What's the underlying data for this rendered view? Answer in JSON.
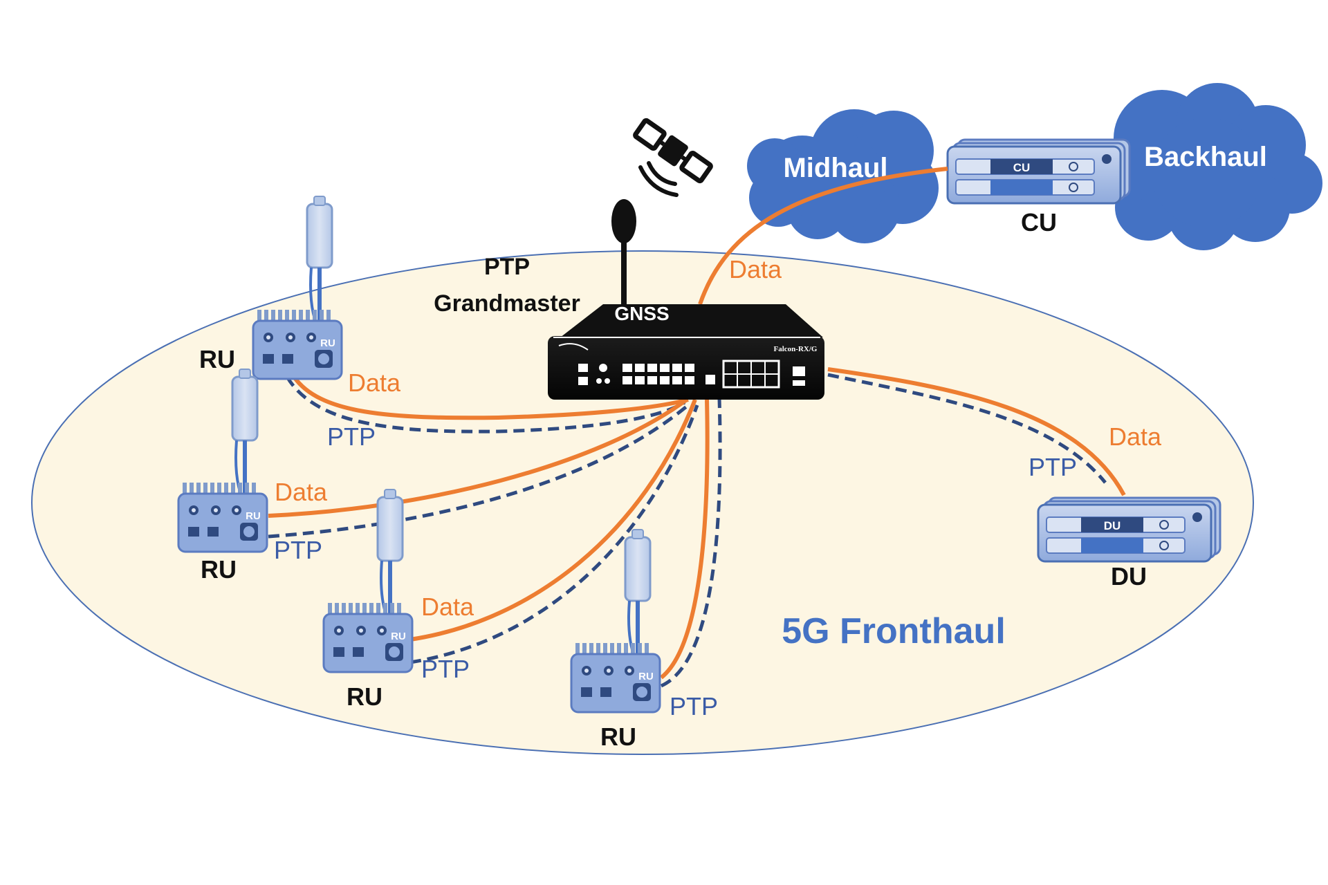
{
  "diagram": {
    "fronthaul_label": "5G Fronthaul",
    "grandmaster": {
      "label_line1": "PTP",
      "label_line2": "Grandmaster",
      "gnss_label": "GNSS",
      "model_label": "Falcon-RX/G"
    },
    "clouds": {
      "midhaul": "Midhaul",
      "backhaul": "Backhaul"
    },
    "cu": {
      "label": "CU",
      "chassis_label": "CU"
    },
    "du": {
      "label": "DU",
      "chassis_label": "DU"
    },
    "ru_units": [
      {
        "label": "RU",
        "badge": "RU",
        "data_label": "Data",
        "ptp_label": "PTP"
      },
      {
        "label": "RU",
        "badge": "RU",
        "data_label": "Data",
        "ptp_label": "PTP"
      },
      {
        "label": "RU",
        "badge": "RU",
        "data_label": "Data",
        "ptp_label": "PTP"
      },
      {
        "label": "RU",
        "badge": "RU",
        "data_label": "",
        "ptp_label": "PTP"
      }
    ],
    "du_link": {
      "data_label": "Data",
      "ptp_label": "PTP"
    },
    "midhaul_link": {
      "data_label": "Data"
    },
    "colors": {
      "data_link": "#ED7D31",
      "ptp_link": "#2F4A80",
      "cloud": "#4472C4",
      "fronthaul_area": "#FDF6E3",
      "device_blue": "#8FAADC",
      "fronthaul_text": "#4472C4"
    }
  }
}
